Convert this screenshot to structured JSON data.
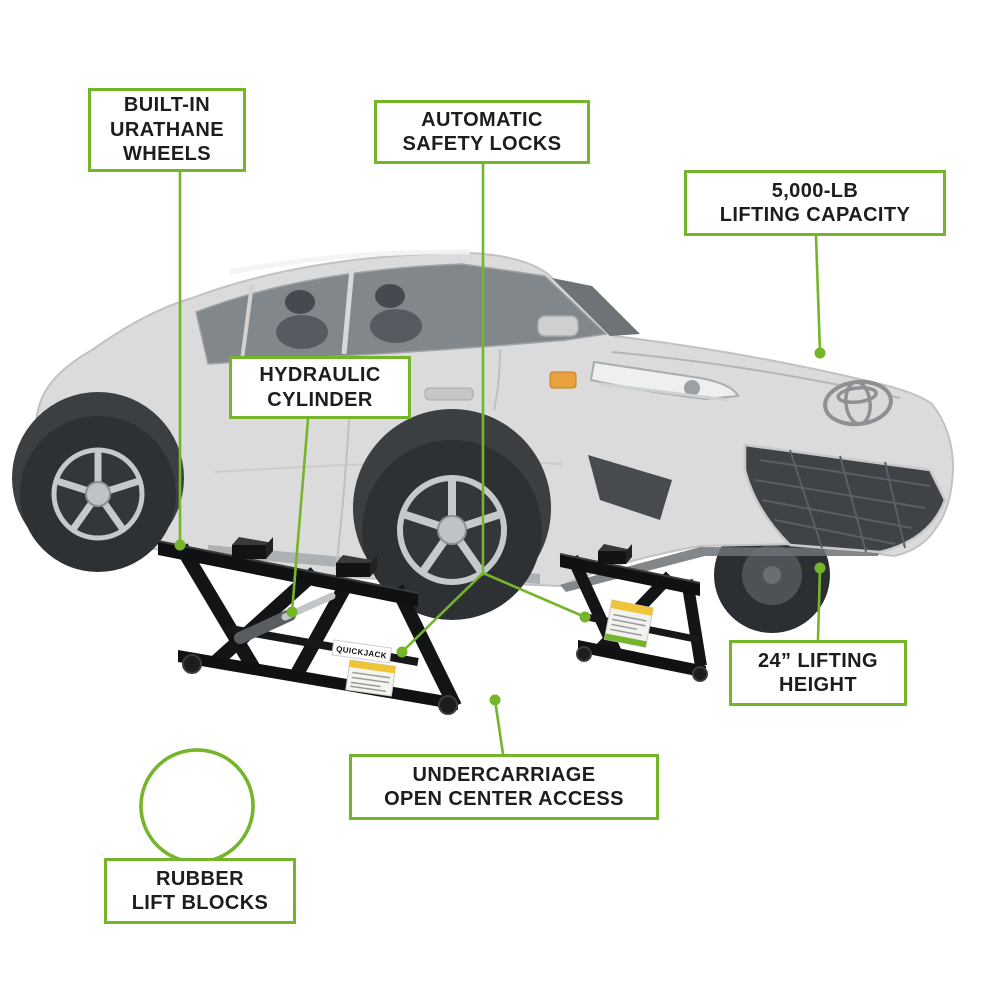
{
  "colors": {
    "accent": "#75b52b",
    "ink": "#1d1d1f"
  },
  "brand": {
    "frame_label": "QUICKJACK"
  },
  "callouts": {
    "wheels": "BUILT-IN\nURATHANE\nWHEELS",
    "safety_locks": "AUTOMATIC\nSAFETY LOCKS",
    "capacity": "5,000-LB\nLIFTING CAPACITY",
    "cylinder": "HYDRAULIC\nCYLINDER",
    "height": "24” LIFTING\nHEIGHT",
    "undercarriage": "UNDERCARRIAGE\nOPEN CENTER ACCESS",
    "blocks": "RUBBER\nLIFT BLOCKS"
  }
}
